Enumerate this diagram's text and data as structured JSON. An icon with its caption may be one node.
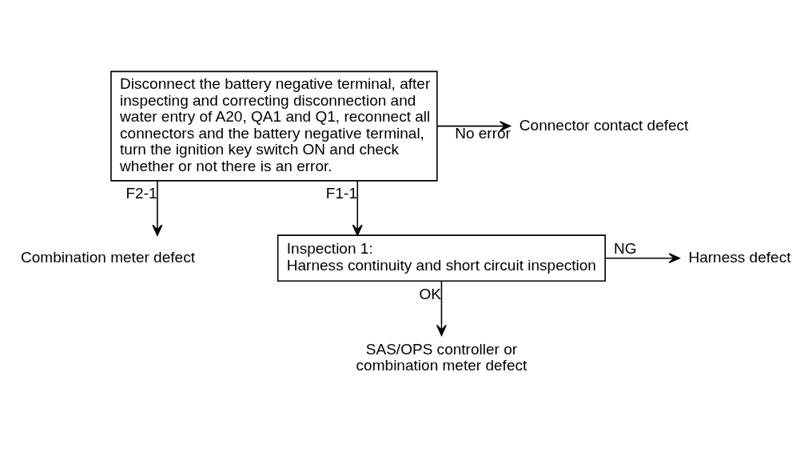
{
  "diagram": {
    "nodes": [
      {
        "text": [
          "Disconnect the battery negative terminal, after inspecting and correcting disconnection and water entry of A20, QA1 and Q1, reconnect all connectors and the battery negative terminal, turn the ignition key switch ON and check whether or not there is an error."
        ]
      },
      {
        "text": [
          "Connector contact defect"
        ]
      },
      {
        "text": [
          "Combination meter defect"
        ]
      },
      {
        "text": [
          "Inspection 1:",
          "Harness continuity and short circuit inspection"
        ]
      },
      {
        "text": [
          "Harness defect"
        ]
      },
      {
        "text": [
          "SAS/OPS controller or combination meter defect"
        ]
      }
    ],
    "edges": [
      {
        "from": 0,
        "to": 1,
        "arrow": "to",
        "label": "No error"
      },
      {
        "from": 0,
        "to": 3,
        "arrow": "to",
        "label": "F1-1"
      },
      {
        "from": 0,
        "to": 2,
        "arrow": "to",
        "label": "F2-1"
      },
      {
        "from": 3,
        "to": 4,
        "arrow": "to",
        "label": "NG"
      },
      {
        "from": 3,
        "to": 5,
        "arrow": "to",
        "label": "OK"
      }
    ]
  }
}
